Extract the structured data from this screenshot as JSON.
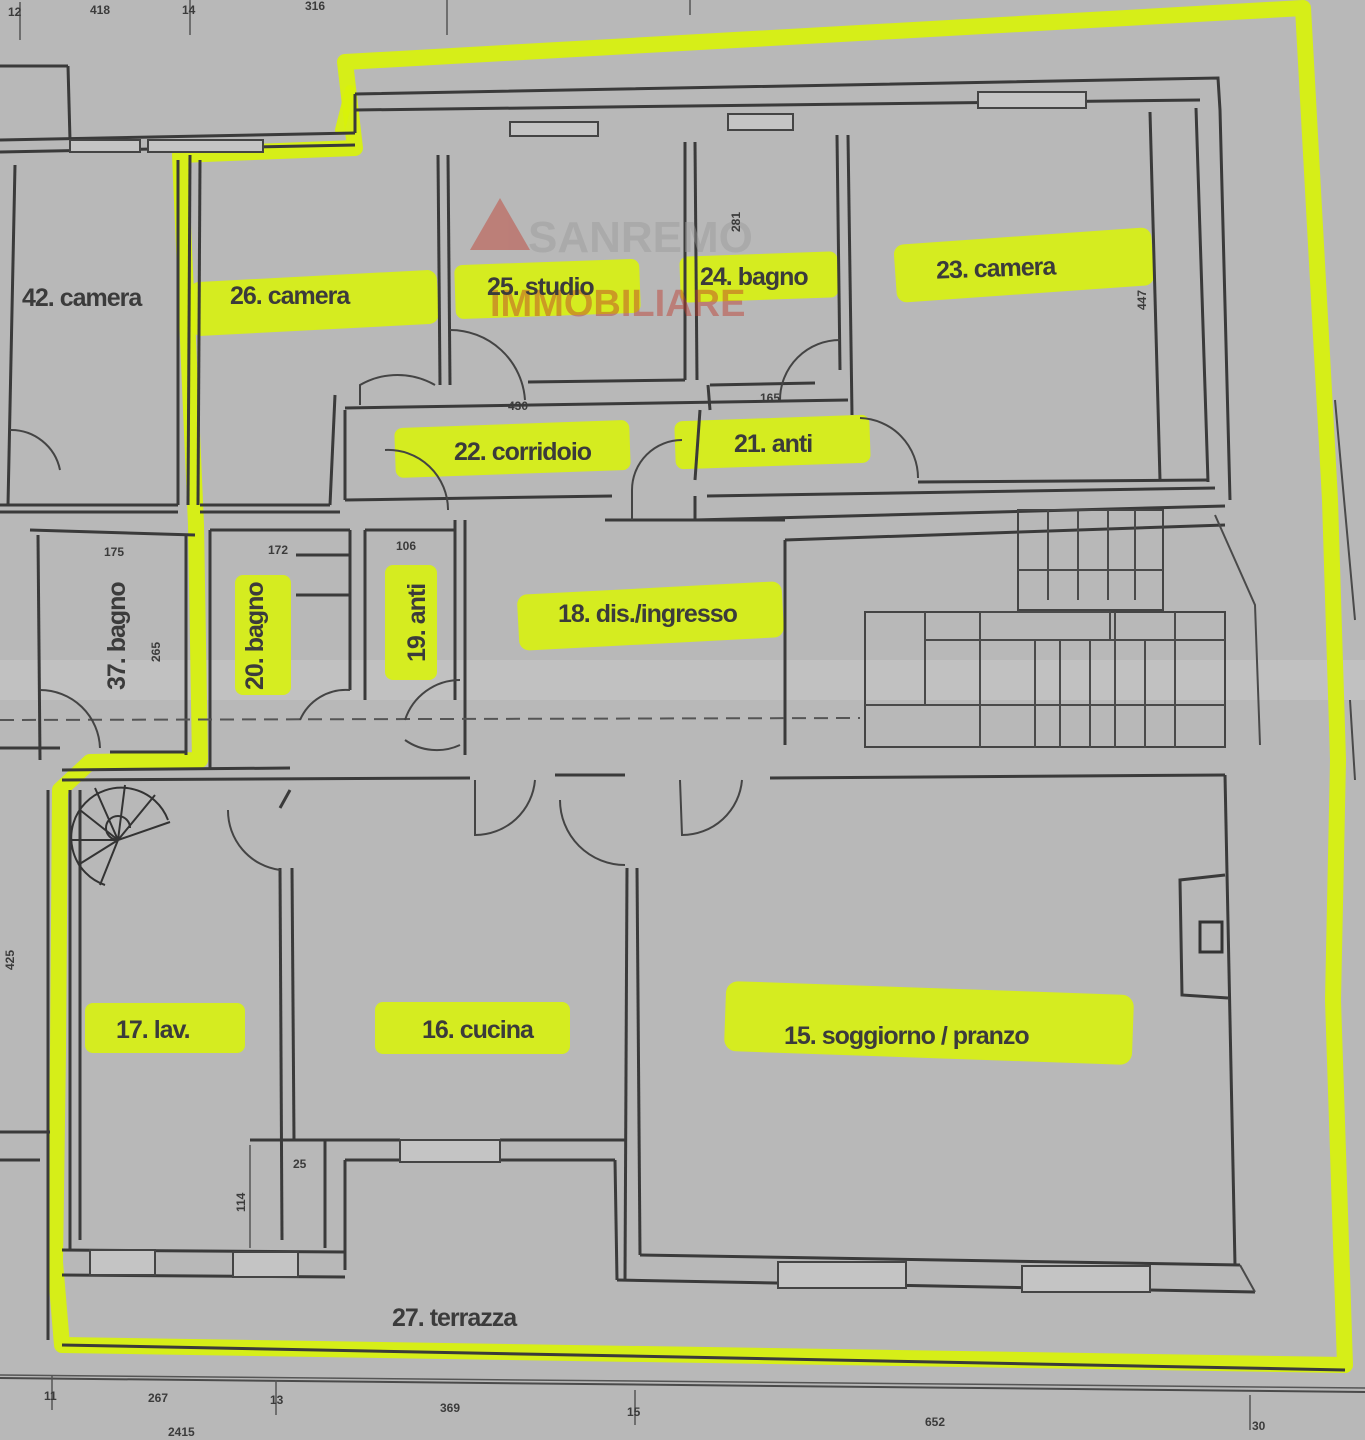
{
  "rooms": {
    "r42": "42. camera",
    "r26": "26. camera",
    "r25": "25. studio",
    "r24": "24. bagno",
    "r23": "23. camera",
    "r22": "22. corridoio",
    "r21": "21. anti",
    "r18": "18. dis./ingresso",
    "r37": "37. bagno",
    "r20": "20. bagno",
    "r19": "19. anti",
    "r17": "17. lav.",
    "r16": "16. cucina",
    "r15": "15. soggiorno / pranzo",
    "r27": "27. terrazza"
  },
  "dims": {
    "d281": "281",
    "d447": "447",
    "d430": "430",
    "d165": "165",
    "d175": "175",
    "d172": "172",
    "d106": "106",
    "d265": "265",
    "d425": "425",
    "d114": "114",
    "d25": "25",
    "b12": "12",
    "b418": "418",
    "b14": "14",
    "b316": "316",
    "f11": "11",
    "f267": "267",
    "f13": "13",
    "f369": "369",
    "f15": "15",
    "f652": "652",
    "f30": "30",
    "f2415": "2415"
  },
  "watermark": {
    "brand": "SANREMO",
    "sub": "IMMOBILIARE"
  },
  "colors": {
    "highlight": "#d8f20a",
    "paper": "#b9b9b9",
    "ink": "#3a3a3a",
    "watermark": "#c0392b"
  }
}
